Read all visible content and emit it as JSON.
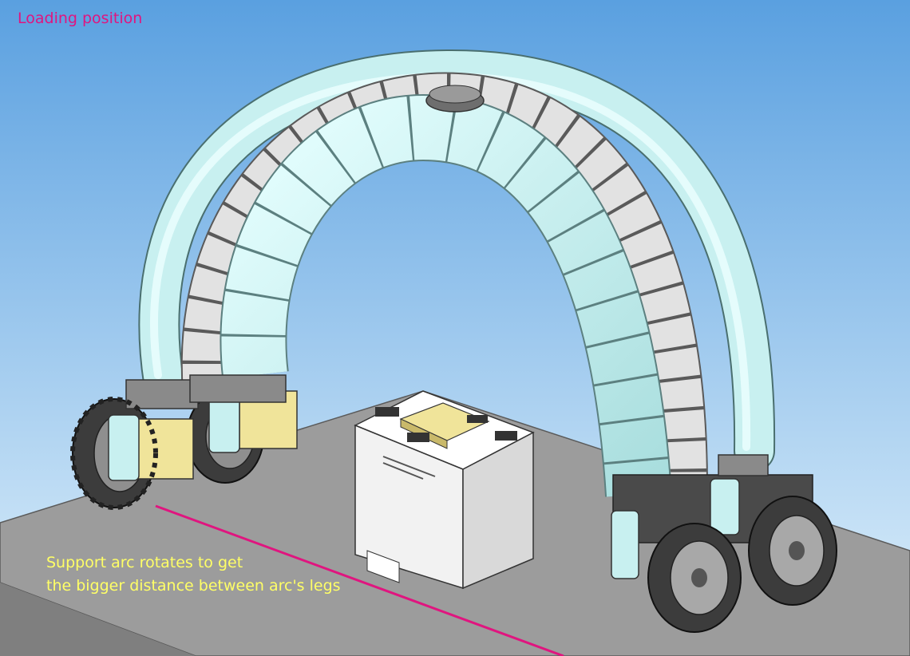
{
  "title": "Loading position",
  "caption": {
    "line1": "Support arc rotates to get",
    "line2": "the bigger distance between arc's legs"
  },
  "colors": {
    "title": "#e0157f",
    "caption": "#ffff66",
    "guide_line": "#e0157f",
    "sky_top": "#5aa0e0",
    "sky_bottom": "#dff0fb",
    "floor": "#9c9c9c",
    "tube": "#c8f0f0",
    "chain": "#e2e2e2",
    "block": "#f0e49a",
    "container": "#fbfbfb",
    "tire": "#3c3c3c"
  },
  "icons": [
    "wheel-icon",
    "arc-tube-icon",
    "cable-chain-icon",
    "container-icon"
  ]
}
